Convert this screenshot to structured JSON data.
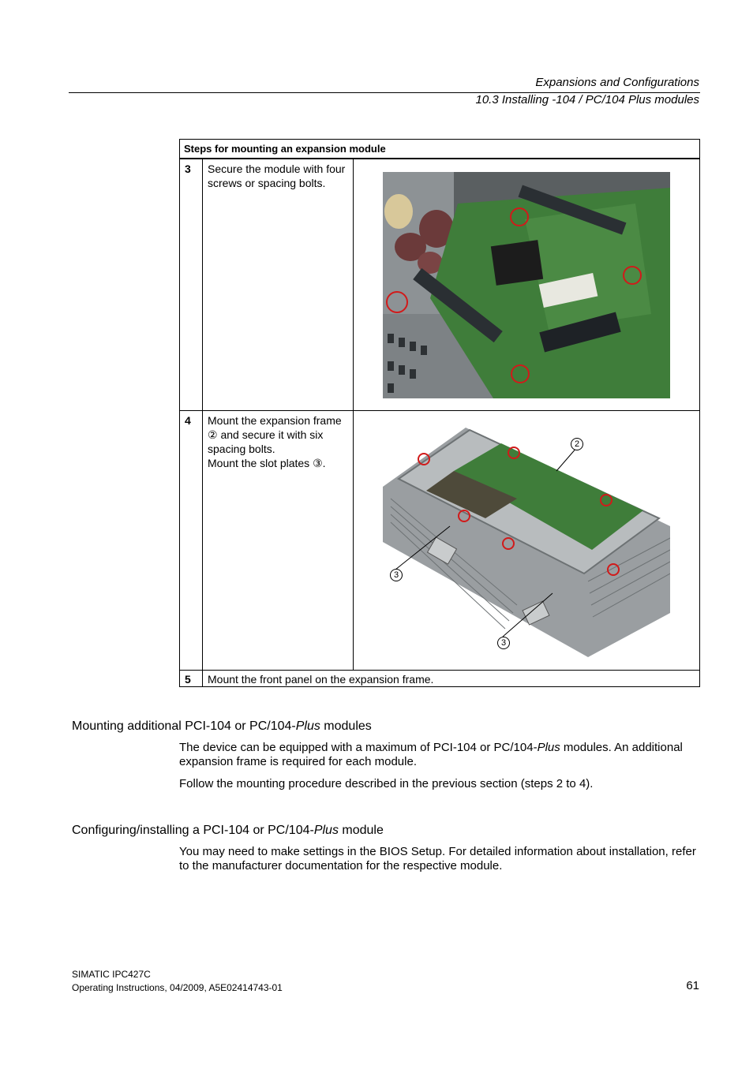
{
  "header": {
    "chapter": "Expansions and Configurations",
    "section": "10.3 Installing -104 / PC/104 Plus modules"
  },
  "table": {
    "caption": "Steps for mounting an expansion module",
    "rows": [
      {
        "num": "3",
        "text": "Secure the module with four screws or spacing bolts."
      },
      {
        "num": "4",
        "text_lines": [
          "Mount the expansion frame",
          "② and secure it with six",
          "spacing bolts.",
          "Mount the slot plates ③."
        ]
      },
      {
        "num": "5",
        "text": "Mount the front panel on the expansion frame."
      }
    ],
    "callouts": {
      "frame": "2",
      "slot_plate": "3"
    }
  },
  "section1": {
    "title_pre": "Mounting additional PCI-104 or PC/104-",
    "title_italic": "Plus",
    "title_post": " modules",
    "p1_pre": "The device can be equipped with a maximum of PCI-104 or PC/104-",
    "p1_italic": "Plus",
    "p1_post": " modules. An additional expansion frame is required for each module.",
    "p2": "Follow the mounting procedure described in the previous section (steps 2 to 4)."
  },
  "section2": {
    "title_pre": "Configuring/installing a PCI-104 or PC/104-",
    "title_italic": "Plus",
    "title_post": " module",
    "p1": "You may need to make settings in the BIOS Setup. For detailed information about installation, refer to the manufacturer documentation for the respective module."
  },
  "footer": {
    "product": "SIMATIC IPC427C",
    "doc": "Operating Instructions, 04/2009, A5E02414743-01",
    "page": "61"
  },
  "colors": {
    "pcb": "#3f7d3a",
    "marker": "#d11a1a",
    "metal": "#a7abad"
  }
}
